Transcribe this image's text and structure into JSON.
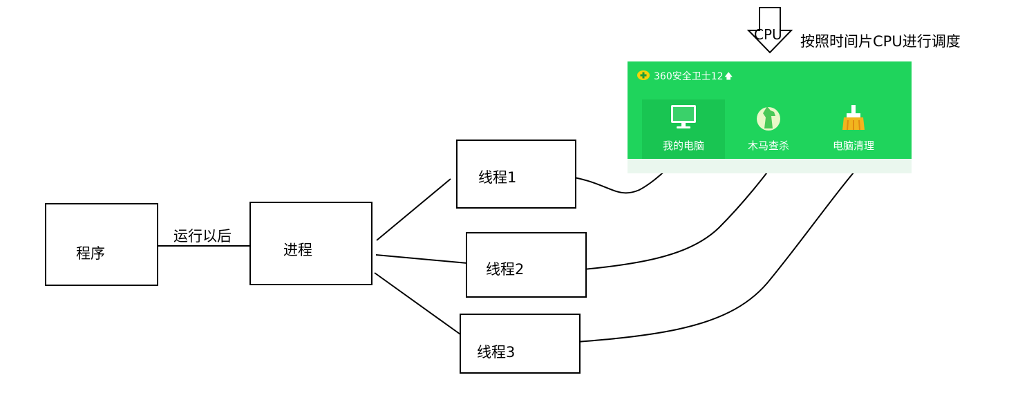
{
  "diagram": {
    "program_label": "程序",
    "process_label": "进程",
    "edge_label": "运行以后",
    "threads": [
      "线程1",
      "线程2",
      "线程3"
    ],
    "cpu_label": "CPU",
    "cpu_note": "按照时间片CPU进行调度"
  },
  "app_panel": {
    "title": "360安全卫士12",
    "upgrade_icon": "up-arrow-icon",
    "accent_color": "#1fd45c",
    "tiles": [
      {
        "label": "我的电脑",
        "icon": "computer-icon"
      },
      {
        "label": "木马查杀",
        "icon": "horse-icon"
      },
      {
        "label": "电脑清理",
        "icon": "broom-icon"
      }
    ]
  }
}
